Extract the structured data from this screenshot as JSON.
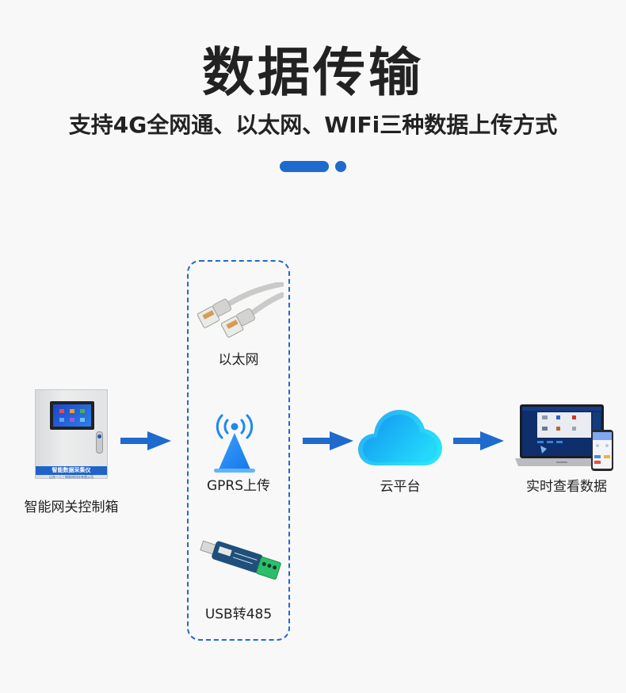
{
  "header": {
    "title": "数据传输",
    "subtitle": "支持4G全网通、以太网、WIFi三种数据上传方式"
  },
  "accent_color": "#1f6acd",
  "flow": {
    "source": {
      "label": "智能网关控制箱",
      "device_band_text": "智能数据采集仪",
      "device_company_text": "山东一二三物联网科技有限公司",
      "icon": "control-cabinet-icon"
    },
    "transmission_methods": [
      {
        "label": "以太网",
        "icon": "ethernet-cable-icon"
      },
      {
        "label": "GPRS上传",
        "icon": "signal-tower-icon"
      },
      {
        "label": "USB转485",
        "icon": "usb-485-converter-icon"
      }
    ],
    "cloud": {
      "label": "云平台",
      "icon": "cloud-icon"
    },
    "destination": {
      "label": "实时查看数据",
      "icon": "laptop-phone-icon"
    }
  }
}
